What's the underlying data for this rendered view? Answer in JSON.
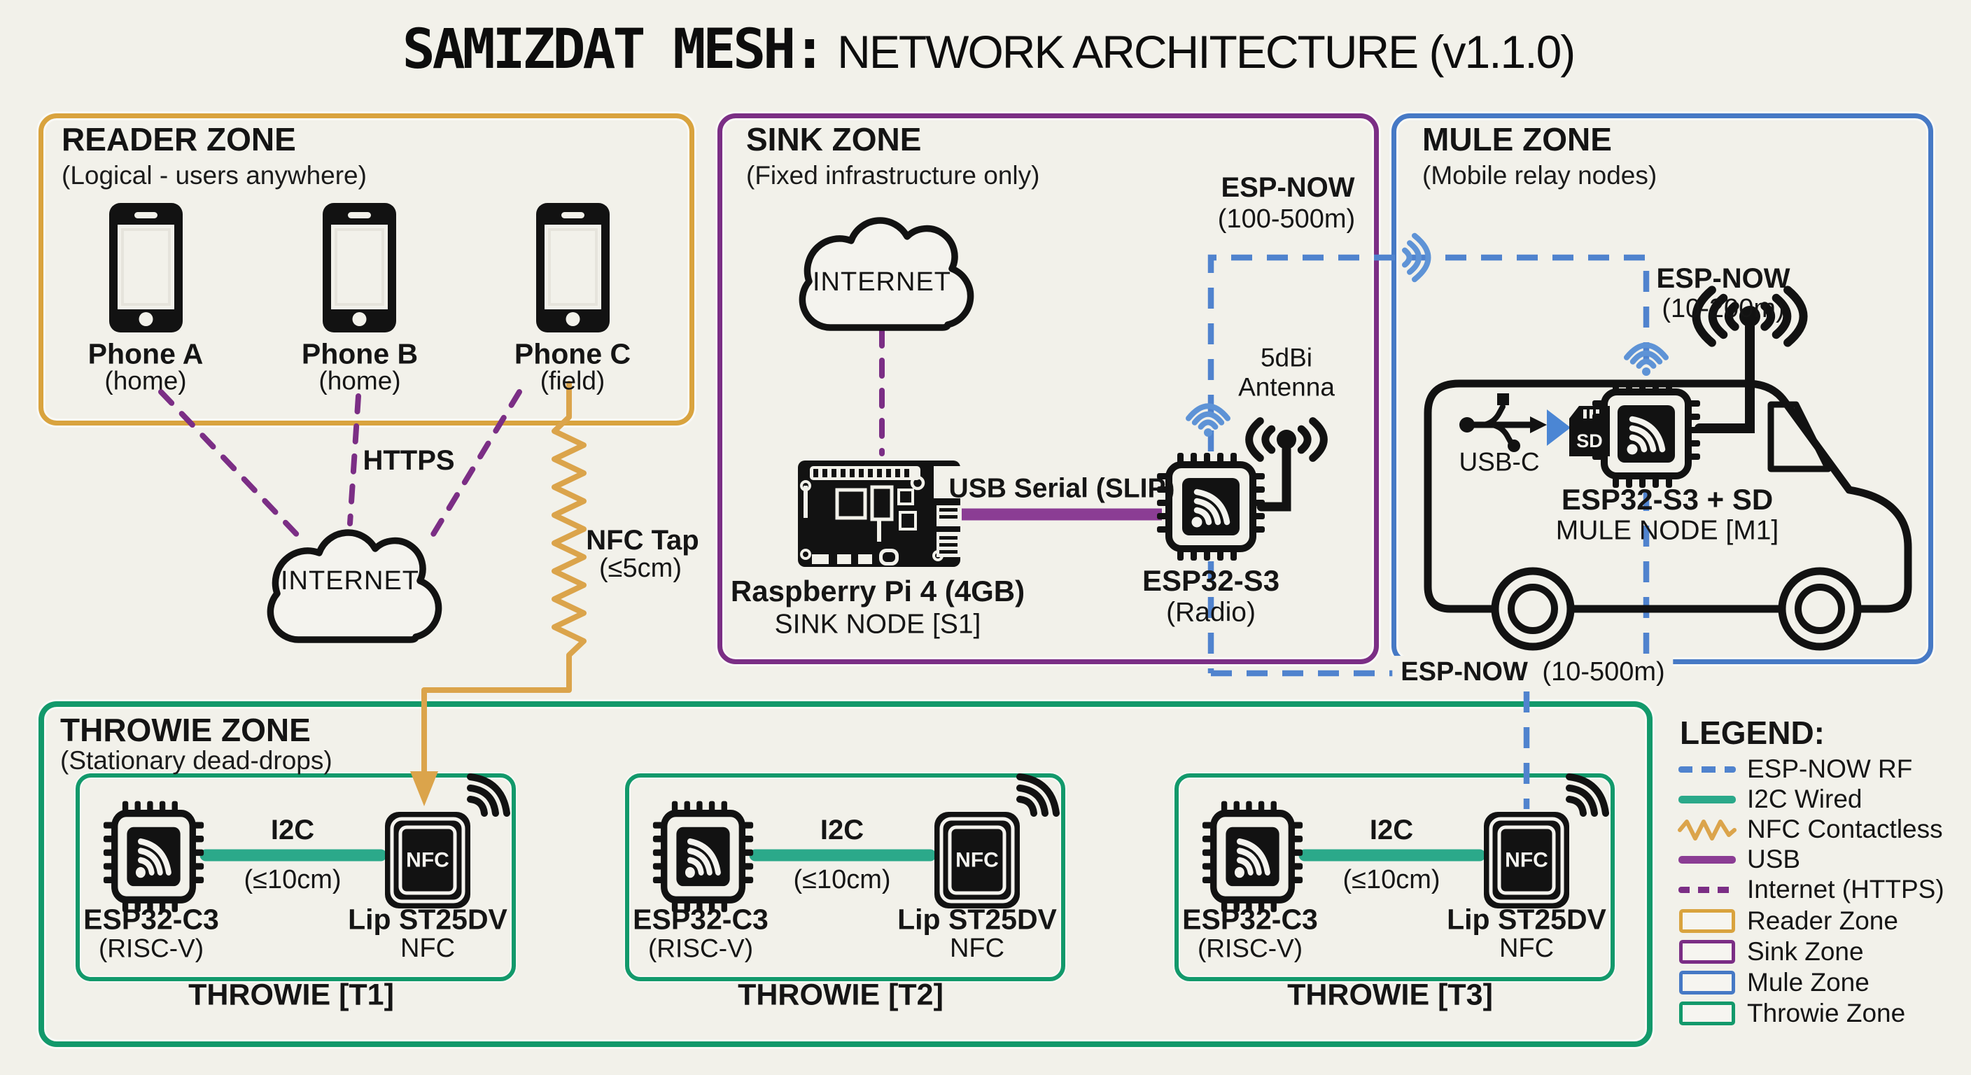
{
  "title": {
    "brand": "SAMIZDAT MESH:",
    "rest": "NETWORK ARCHITECTURE (v1.1.0)"
  },
  "zones": {
    "reader": {
      "title": "READER ZONE",
      "subtitle": "(Logical - users anywhere)"
    },
    "sink": {
      "title": "SINK ZONE",
      "subtitle": "(Fixed infrastructure only)"
    },
    "mule": {
      "title": "MULE ZONE",
      "subtitle": "(Mobile relay nodes)"
    },
    "throwie": {
      "title": "THROWIE ZONE",
      "subtitle": "(Stationary dead-drops)"
    }
  },
  "reader": {
    "phones": [
      {
        "name": "Phone A",
        "location": "(home)"
      },
      {
        "name": "Phone B",
        "location": "(home)"
      },
      {
        "name": "Phone C",
        "location": "(field)"
      }
    ],
    "internet": "INTERNET"
  },
  "sink": {
    "internet": "INTERNET",
    "rpi": {
      "line1": "Raspberry Pi 4 (4GB)",
      "line2": "SINK NODE [S1]"
    },
    "esp": {
      "line1": "ESP32-S3",
      "line2": "(Radio)"
    },
    "antenna": {
      "line1": "5dBi",
      "line2": "Antenna"
    }
  },
  "mule": {
    "usbc": "USB-C",
    "sd": "SD",
    "node": {
      "line1": "ESP32-S3 + SD",
      "line2": "MULE NODE [M1]"
    }
  },
  "links": {
    "https": "HTTPS",
    "usb_serial": "USB Serial (SLIP)",
    "nfc_tap": {
      "line1": "NFC Tap",
      "line2": "(≤5cm)"
    },
    "espnow_top": {
      "line1": "ESP-NOW",
      "line2": "(100-500m)"
    },
    "espnow_mule": {
      "line1": "ESP-NOW",
      "line2": "(10-200m)"
    },
    "espnow_bottom": {
      "bold": "ESP-NOW",
      "range": "(10-500m)"
    }
  },
  "throwies": [
    {
      "chip": "ESP32-C3",
      "chip_sub": "(RISC-V)",
      "bus": "I2C",
      "bus_range": "(≤10cm)",
      "tag": "Lip ST25DV",
      "tag_sub": "NFC",
      "tag_badge": "NFC",
      "label": "THROWIE [T1]"
    },
    {
      "chip": "ESP32-C3",
      "chip_sub": "(RISC-V)",
      "bus": "I2C",
      "bus_range": "(≤10cm)",
      "tag": "Lip ST25DV",
      "tag_sub": "NFC",
      "tag_badge": "NFC",
      "label": "THROWIE [T2]"
    },
    {
      "chip": "ESP32-C3",
      "chip_sub": "(RISC-V)",
      "bus": "I2C",
      "bus_range": "(≤10cm)",
      "tag": "Lip ST25DV",
      "tag_sub": "NFC",
      "tag_badge": "NFC",
      "label": "THROWIE [T3]"
    }
  ],
  "legend": {
    "title": "LEGEND:",
    "items": [
      {
        "label": "ESP-NOW RF"
      },
      {
        "label": "I2C Wired"
      },
      {
        "label": "NFC Contactless"
      },
      {
        "label": "USB"
      },
      {
        "label": "Internet (HTTPS)"
      },
      {
        "label": "Reader Zone"
      },
      {
        "label": "Sink Zone"
      },
      {
        "label": "Mule Zone"
      },
      {
        "label": "Throwie Zone"
      }
    ]
  },
  "colors": {
    "background": "#F2F1EA",
    "ink": "#141414",
    "reader_zone": "#D9A33E",
    "sink_zone": "#7B2E85",
    "mule_zone": "#4679C5",
    "throwie_zone": "#12996B",
    "espnow_rf": "#5083CE",
    "i2c_wired": "#2BA98A",
    "nfc_contactless": "#DBA44B",
    "usb": "#8B3D94",
    "internet_https": "#7B2E85"
  }
}
